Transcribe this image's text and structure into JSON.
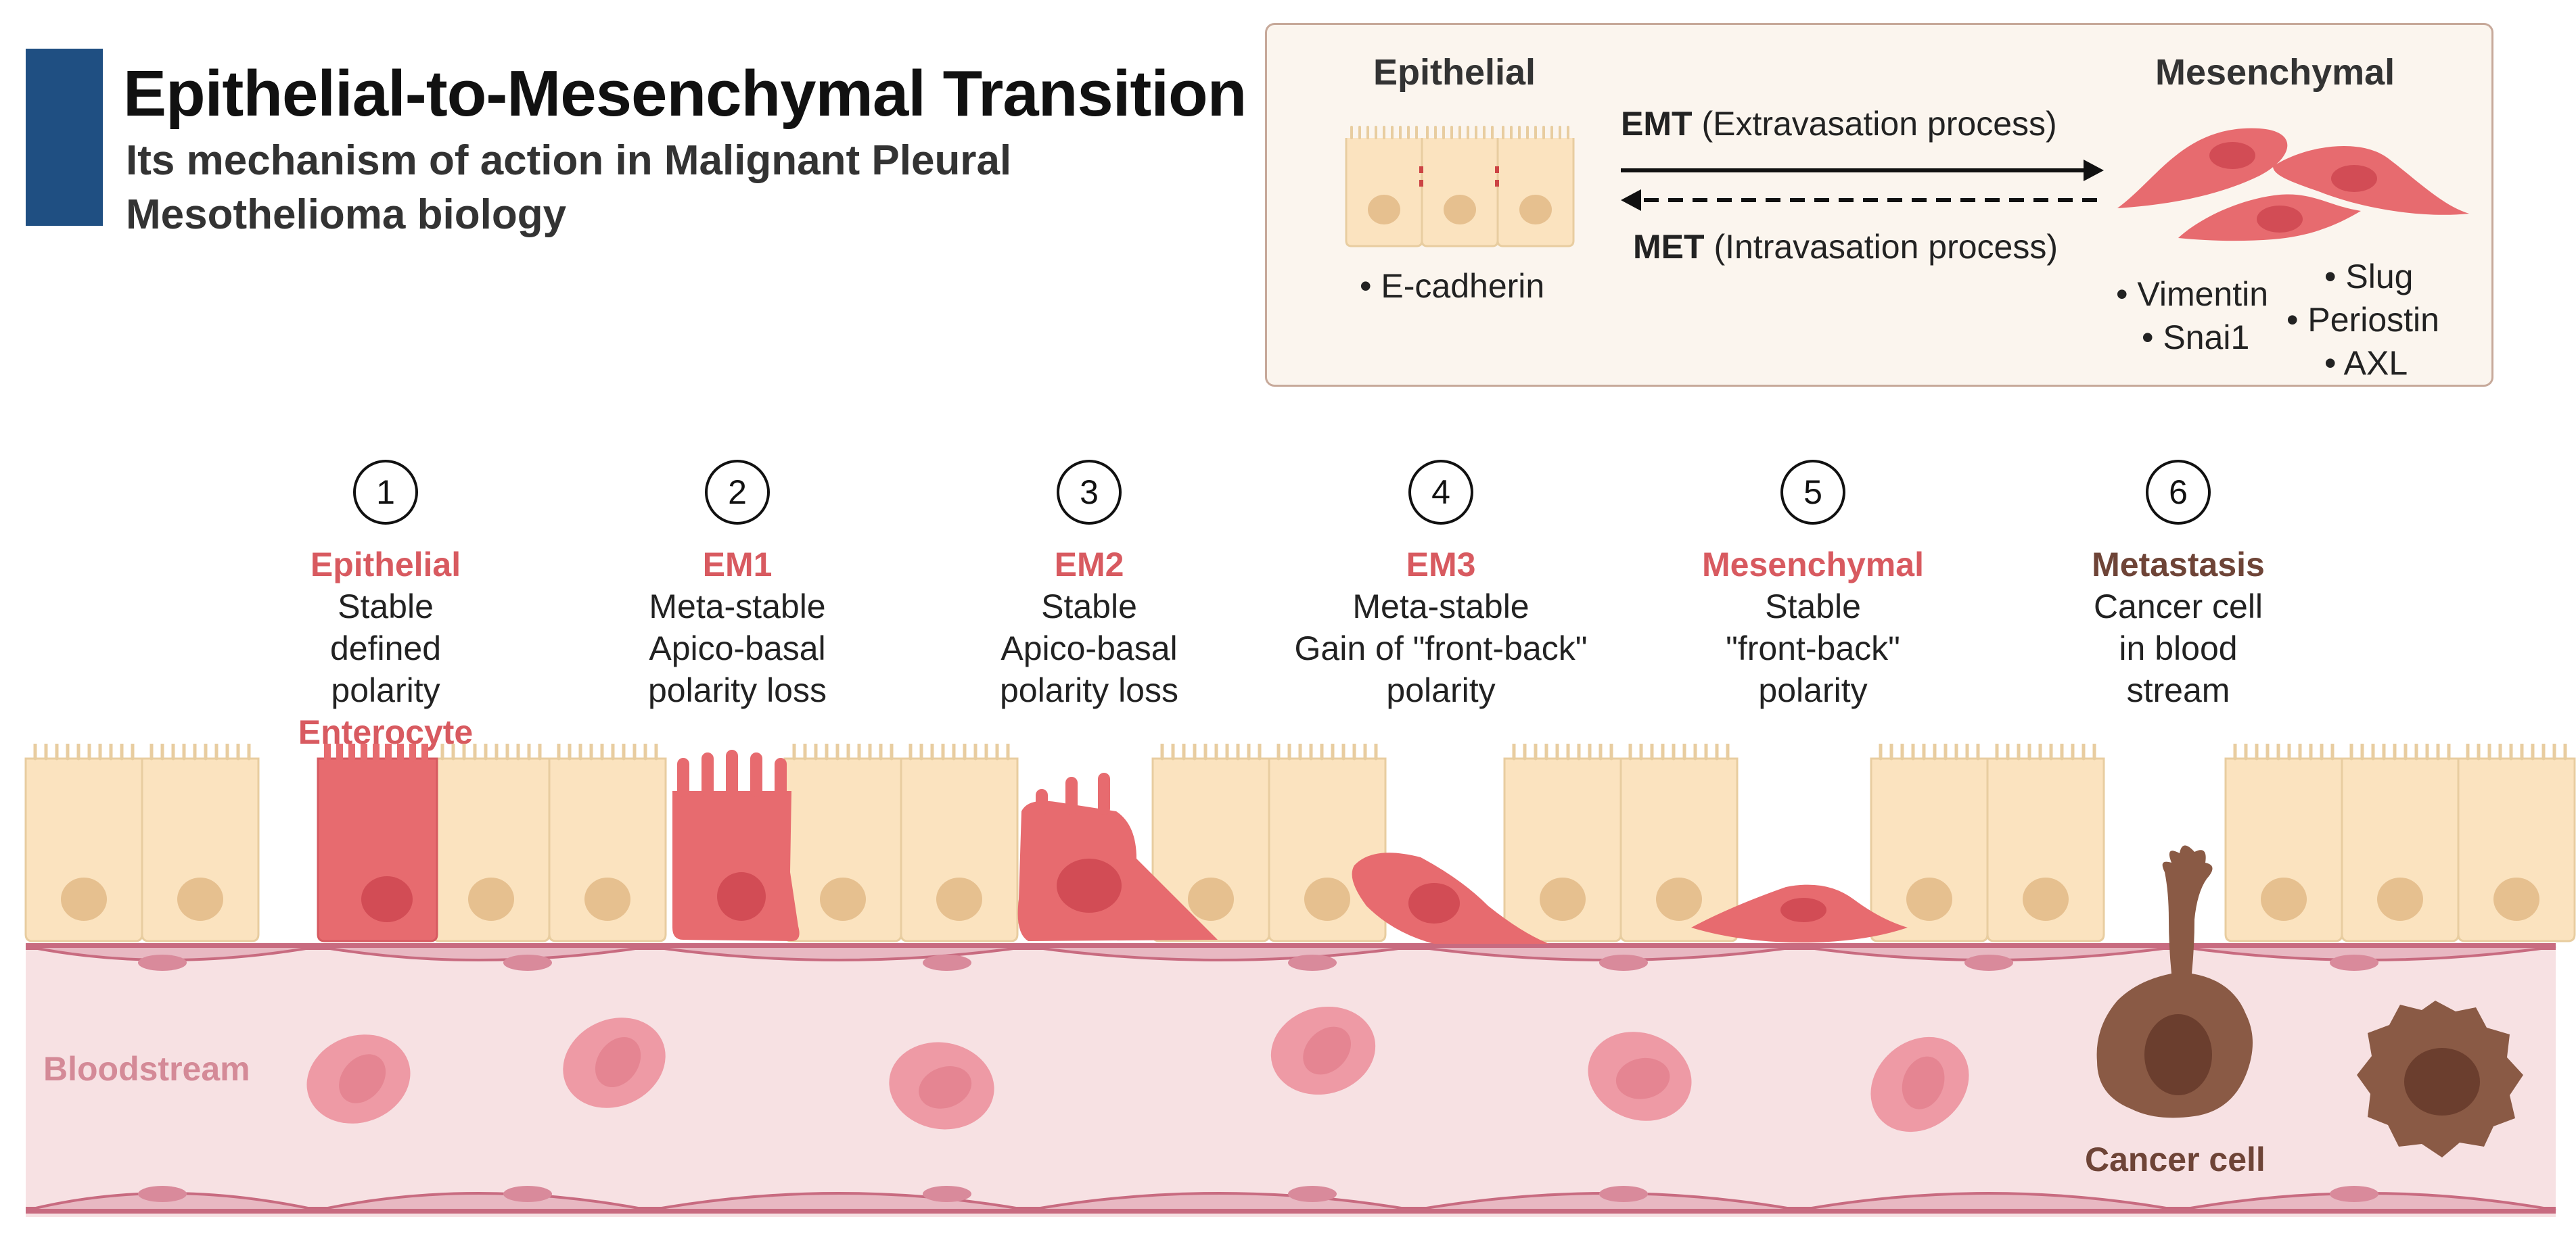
{
  "header": {
    "title": "Epithelial-to-Mesenchymal Transition",
    "subtitle": "Its mechanism of action in Malignant Pleural Mesothelioma biology"
  },
  "legend": {
    "epithelial_label": "Epithelial",
    "mesenchymal_label": "Mesenchymal",
    "emt_abbr": "EMT",
    "emt_desc": "(Extravasation process)",
    "met_abbr": "MET",
    "met_desc": "(Intravasation process)",
    "epithelial_markers": [
      "• E-cadherin"
    ],
    "mesenchymal_markers": [
      "• Vimentin",
      "• Snai1",
      "• Slug",
      "• Periostin",
      "• AXL"
    ]
  },
  "stages": [
    {
      "number": "1",
      "name": "Epithelial",
      "lines": [
        "Stable",
        "defined",
        "polarity"
      ],
      "extra": "Enterocyte",
      "name_color": "#d85a60"
    },
    {
      "number": "2",
      "name": "EM1",
      "lines": [
        "Meta-stable",
        "Apico-basal",
        "polarity loss"
      ],
      "name_color": "#d85a60"
    },
    {
      "number": "3",
      "name": "EM2",
      "lines": [
        "Stable",
        "Apico-basal",
        "polarity loss"
      ],
      "name_color": "#d85a60"
    },
    {
      "number": "4",
      "name": "EM3",
      "lines": [
        "Meta-stable",
        "Gain of \"front-back\"",
        "polarity"
      ],
      "name_color": "#d85a60"
    },
    {
      "number": "5",
      "name": "Mesenchymal",
      "lines": [
        "Stable",
        "\"front-back\"",
        "polarity"
      ],
      "name_color": "#d85a60"
    },
    {
      "number": "6",
      "name": "Metastasis",
      "lines": [
        "Cancer cell",
        "in blood",
        "stream"
      ],
      "name_color": "#6e4437"
    }
  ],
  "labels": {
    "bloodstream": "Bloodstream",
    "cancer_cell": "Cancer cell"
  },
  "colors": {
    "title_bar": "#1f4f82",
    "epithelial_cell": "#fbe3bf",
    "cell_nucleus": "#e6c08f",
    "transitioning_cell": "#e76b6f",
    "blood_vessel": "#f7e1e3",
    "vessel_wall": "#c86b80",
    "red_blood_cell": "#ee9aa5",
    "cancer_cell": "#8a5a45",
    "stage_name": "#d85a60",
    "metastasis": "#6e4437"
  }
}
